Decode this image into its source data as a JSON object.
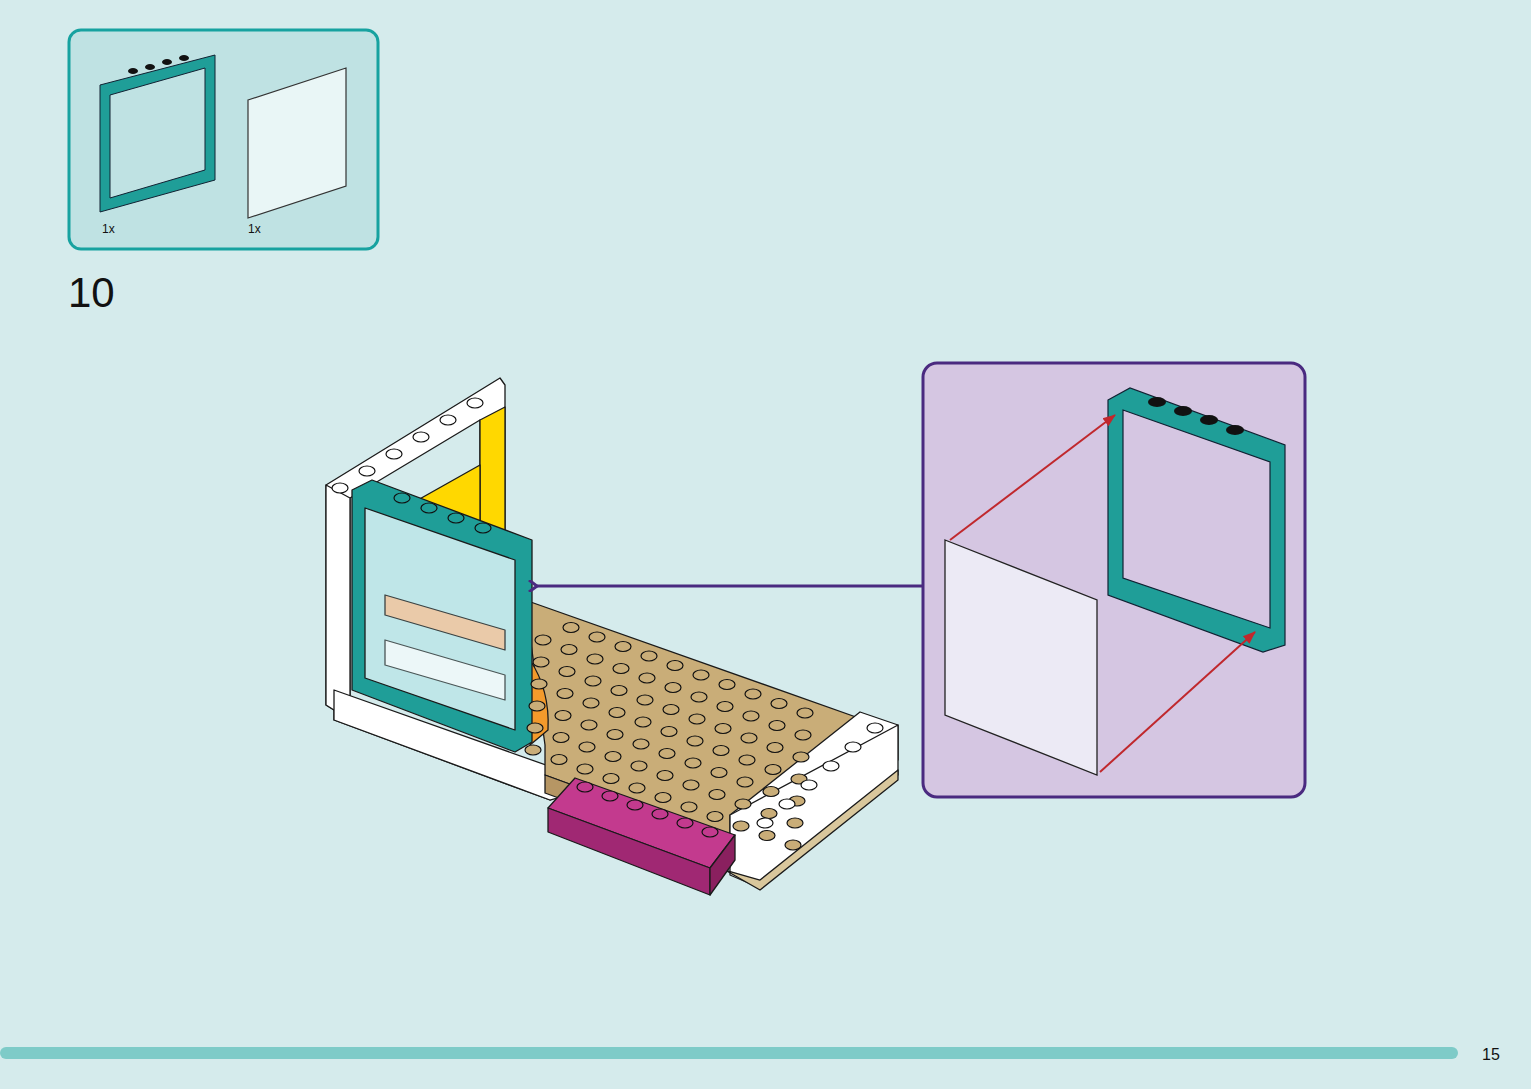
{
  "diagram": {
    "labels": [
      "1x",
      "1x",
      "10",
      "15"
    ]
  }
}
